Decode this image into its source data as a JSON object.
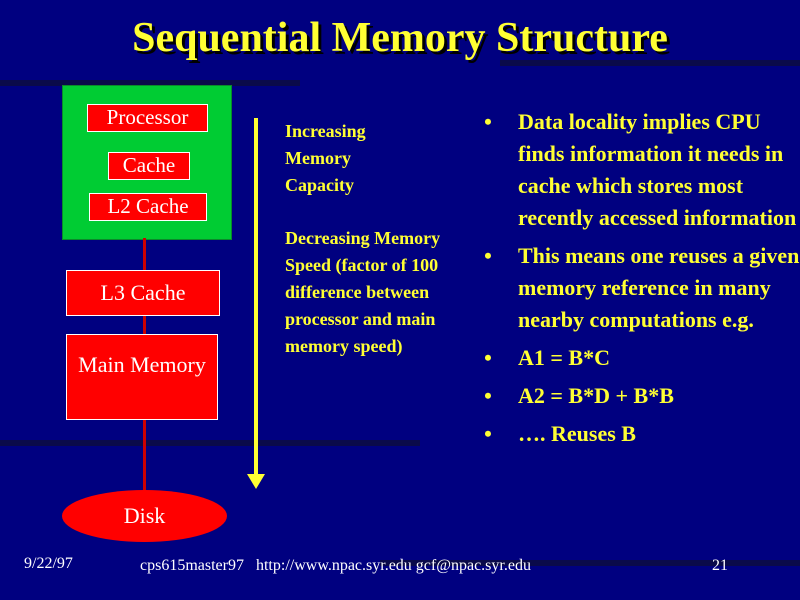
{
  "slide": {
    "title": "Sequential Memory Structure",
    "hierarchy": {
      "processor": "Processor",
      "cache": "Cache",
      "l2_cache": "L2 Cache",
      "l3_cache": "L3 Cache",
      "main_memory": "Main Memory",
      "disk": "Disk"
    },
    "middle": {
      "capacity": "Increasing Memory Capacity",
      "speed": "Decreasing Memory Speed (factor of 100 difference between processor and main memory speed)"
    },
    "bullets": [
      {
        "highlight": "Data locality",
        "text": " implies CPU finds information it needs in cache which stores most recently accessed information"
      },
      {
        "highlight": "",
        "text": "This means one reuses a given memory reference in many nearby computations e.g."
      },
      {
        "highlight": "",
        "text": "A1 = B*C"
      },
      {
        "highlight": "",
        "text": "A2 = B*D + B*B"
      },
      {
        "highlight": "",
        "text": "…. Reuses B"
      }
    ],
    "bullet_glyph": "•",
    "footer": {
      "date": "9/22/97",
      "center": "cps615master97   http://www.npac.syr.edu gcf@npac.syr.edu",
      "page": "21"
    }
  },
  "colors": {
    "background": "#000080",
    "title": "#ffff33",
    "text": "#ffff33",
    "processor_box": "#00cc33",
    "memory_box": "#ff0000"
  }
}
